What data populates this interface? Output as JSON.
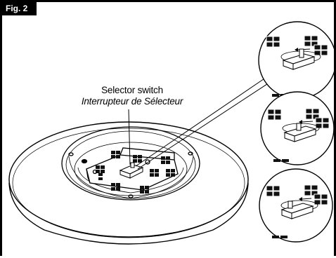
{
  "figure": {
    "label": "Fig. 2",
    "callout": "Selector switch",
    "callout_fr": "Interrupteur de Sélecteur"
  },
  "details": [
    {
      "name": "switch-position-1",
      "slide": 0.55
    },
    {
      "name": "switch-position-2",
      "slide": 0.55
    },
    {
      "name": "switch-position-3",
      "slide": 0.55
    }
  ],
  "colors": {
    "ink": "#000000",
    "paper": "#ffffff"
  }
}
